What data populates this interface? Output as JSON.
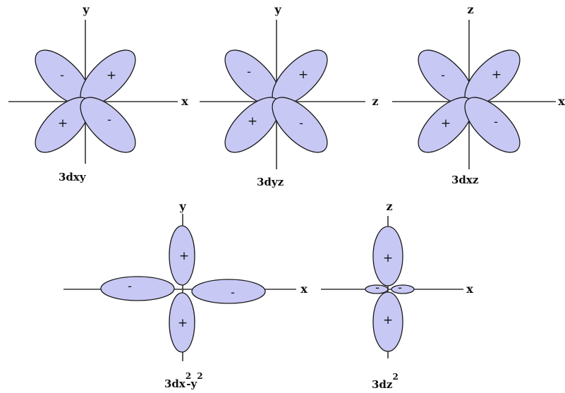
{
  "diagrams": {
    "dxy": {
      "vertical_axis_label": "y",
      "horizontal_axis_label": "x",
      "lobe_signs": [
        "-",
        "+",
        "+",
        "-"
      ],
      "name": "3dxy"
    },
    "dyz": {
      "vertical_axis_label": "y",
      "horizontal_axis_label": "z",
      "lobe_signs": [
        "-",
        "+",
        "+",
        "-"
      ],
      "name": "3dyz"
    },
    "dxz": {
      "vertical_axis_label": "z",
      "horizontal_axis_label": "x",
      "lobe_signs": [
        "-",
        "+",
        "+",
        "-"
      ],
      "name": "3dxz"
    },
    "dx2y2": {
      "vertical_axis_label": "y",
      "horizontal_axis_label": "x",
      "lobe_signs": [
        "+",
        "+",
        "-",
        "-"
      ],
      "name_base": "3dx",
      "name_sup1": "2",
      "name_mid": "-y",
      "name_sup2": "2"
    },
    "dz2": {
      "vertical_axis_label": "z",
      "horizontal_axis_label": "x",
      "lobe_signs": [
        "+",
        "+",
        "-",
        "-"
      ],
      "name_base": "3dz",
      "name_sup": "2"
    }
  },
  "colors": {
    "lobe_fill": "#c8c8f5",
    "outline": "#1a1a1a",
    "axis": "#333333"
  }
}
